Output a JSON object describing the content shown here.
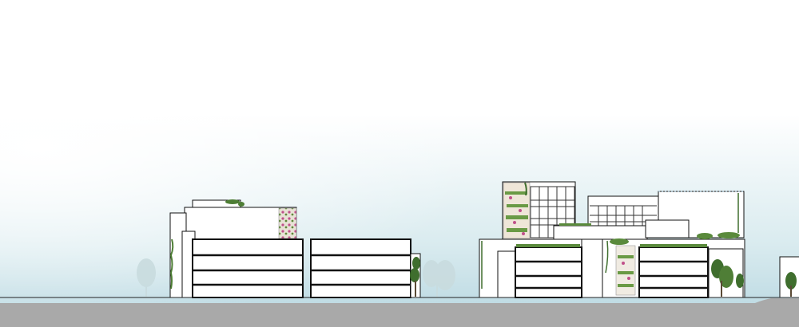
{
  "scene": {
    "type": "architectural street elevation",
    "palette": {
      "sky_top": "#ffffff",
      "sky_bottom": "#b9d9e3",
      "ground": "#a9a9a9",
      "building_fill": "#ffffff",
      "outline": "#111111",
      "foliage": "#3f6e2e",
      "foliage_light": "#7aa35a",
      "flower": "#c0508a",
      "ghost_tree": "#c9dcdf"
    },
    "buildings": [
      {
        "id": "west-block",
        "label": ""
      },
      {
        "id": "west-annex",
        "label": ""
      },
      {
        "id": "east-complex",
        "label": ""
      },
      {
        "id": "far-east-block",
        "label": ""
      }
    ]
  }
}
